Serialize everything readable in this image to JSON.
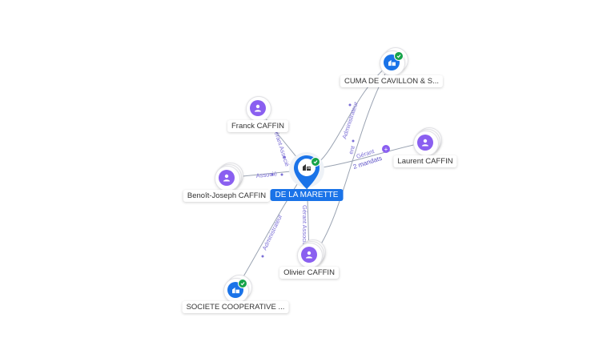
{
  "colors": {
    "person": "#8a5ff0",
    "company": "#1a73e8",
    "edge": "#9aa3b2",
    "edge_label": "#7b6fd6",
    "verified": "#16a34a"
  },
  "center": {
    "label": "DE LA MARETTE",
    "icon": "building-icon"
  },
  "nodes": {
    "cuma": {
      "label": "CUMA DE CAVILLON & S...",
      "icon": "building-icon"
    },
    "franck": {
      "label": "Franck CAFFIN",
      "icon": "person-icon"
    },
    "laurent": {
      "label": "Laurent CAFFIN",
      "icon": "person-icon"
    },
    "benoit": {
      "label": "Benoît-Joseph CAFFIN",
      "icon": "person-icon"
    },
    "olivier": {
      "label": "Olivier CAFFIN",
      "icon": "person-icon"
    },
    "societe": {
      "label": "SOCIETE COOPERATIVE ...",
      "icon": "building-icon"
    }
  },
  "edges": {
    "cuma": {
      "label": "Administrateur"
    },
    "franck": {
      "label": "Gérant Associé"
    },
    "benoit": {
      "label": "Associé"
    },
    "laurent_gerant": {
      "label": "Gérant"
    },
    "laurent_mandats": {
      "label": "2 mandats"
    },
    "olivier": {
      "label": "Gérant Associé"
    },
    "societe": {
      "label": "Administrateur"
    },
    "olivier_link": {
      "label": "ent"
    }
  }
}
